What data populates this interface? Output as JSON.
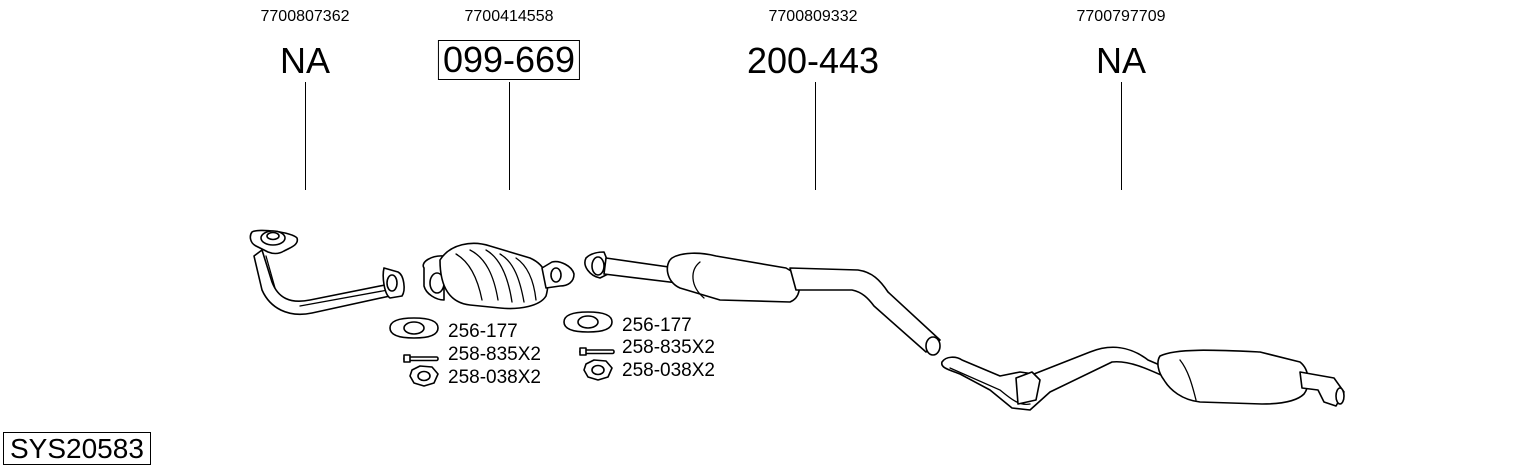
{
  "parts": [
    {
      "oem": "7700807362",
      "code": "NA",
      "boxed": false
    },
    {
      "oem": "7700414558",
      "code": "099-669",
      "boxed": true
    },
    {
      "oem": "7700809332",
      "code": "200-443",
      "boxed": false
    },
    {
      "oem": "7700797709",
      "code": "NA",
      "boxed": false
    }
  ],
  "accessories_left": {
    "gasket": "256-177",
    "bolt": "258-835X2",
    "nut": "258-038X2"
  },
  "accessories_right": {
    "gasket": "256-177",
    "bolt": "258-835X2",
    "nut": "258-038X2"
  },
  "system_code": "SYS20583"
}
